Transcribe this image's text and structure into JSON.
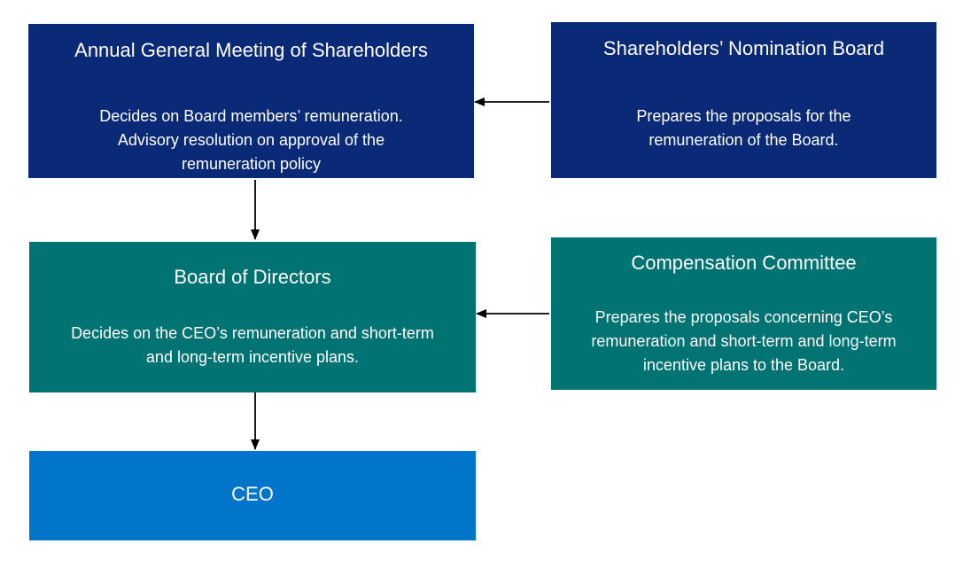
{
  "colors": {
    "navy": "#0a2a78",
    "teal": "#007372",
    "blue": "#0075c9",
    "arrow": "#000000"
  },
  "agm": {
    "title": "Annual General Meeting of Shareholders",
    "lines": [
      "Decides on Board members’ remuneration.",
      "Advisory resolution on approval of the",
      "remuneration policy"
    ]
  },
  "nomination_board": {
    "title": "Shareholders’ Nomination Board",
    "lines": [
      "Prepares the proposals for the",
      "remuneration of the Board."
    ]
  },
  "board_of_directors": {
    "title": "Board of Directors",
    "lines": [
      "Decides on the CEO’s remuneration and short-term",
      "and long-term incentive plans."
    ]
  },
  "compensation_committee": {
    "title": "Compensation Committee",
    "lines": [
      "Prepares the proposals concerning CEO’s",
      "remuneration and short-term and long-term",
      "incentive plans to the Board."
    ]
  },
  "ceo": {
    "title": "CEO"
  }
}
